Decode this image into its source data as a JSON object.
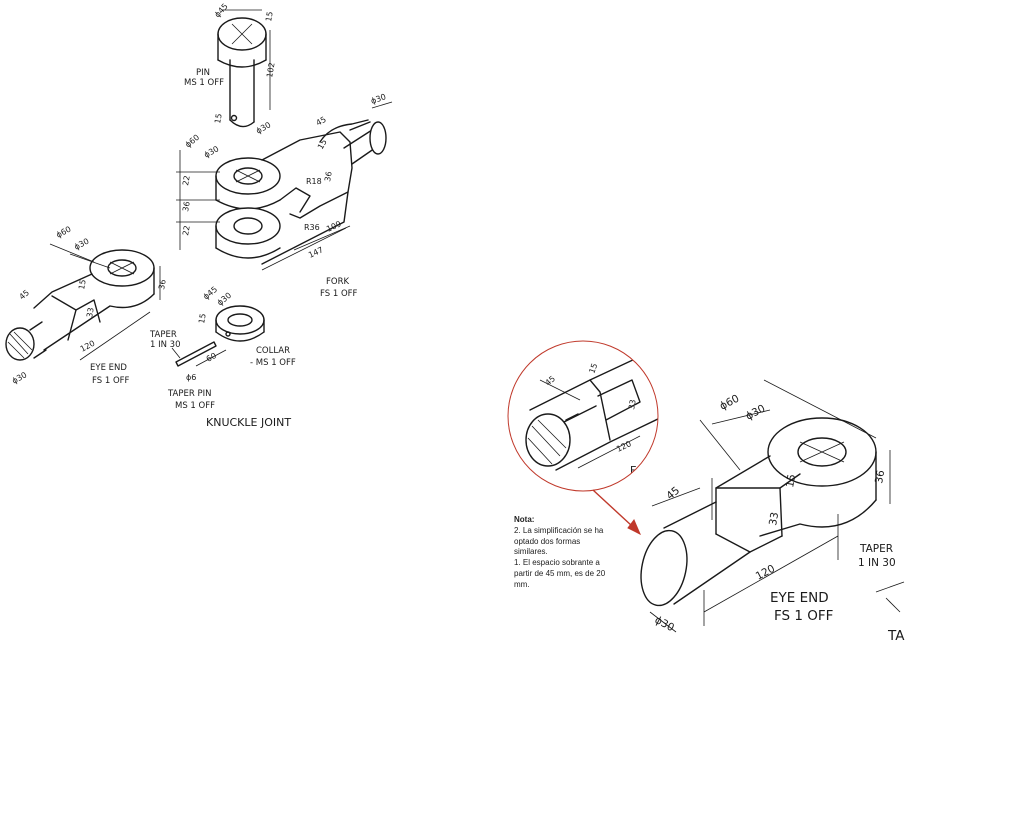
{
  "main_drawing": {
    "title": "KNUCKLE JOINT",
    "parts": {
      "pin": {
        "name": "PIN",
        "spec": "MS 1 OFF",
        "dims": [
          "ϕ45",
          "15",
          "102",
          "15",
          "ϕ30"
        ]
      },
      "fork": {
        "name": "FORK",
        "spec": "FS 1 OFF",
        "dims": [
          "ϕ30",
          "45",
          "15",
          "36",
          "ϕ60",
          "ϕ30",
          "22",
          "36",
          "22",
          "R18",
          "R36",
          "109",
          "147"
        ]
      },
      "eye_end": {
        "name": "EYE END",
        "spec": "FS 1 OFF",
        "dims": [
          "ϕ60",
          "ϕ30",
          "36",
          "45",
          "15",
          "33",
          "120",
          "ϕ30"
        ]
      },
      "collar": {
        "name": "COLLAR",
        "spec": "- MS 1 OFF",
        "dims": [
          "ϕ45",
          "ϕ30",
          "15"
        ]
      },
      "taper_pin": {
        "name": "TAPER PIN",
        "spec": "MS 1 OFF",
        "taper": "TAPER",
        "taper_ratio": "1 IN 30",
        "dims": [
          "ϕ6",
          "60"
        ]
      }
    }
  },
  "zoom": {
    "dims": {
      "d60": "ϕ60",
      "d30": "ϕ30",
      "h36": "36",
      "w45": "45",
      "w15": "15",
      "h33": "33",
      "l120": "120",
      "s30": "ϕ30"
    },
    "name": "EYE END",
    "spec": "FS 1 OFF",
    "taper": "TAPER",
    "taper_ratio": "1 IN 30",
    "tail": "TA",
    "detail_dims": [
      "45",
      "15",
      "33",
      "120"
    ],
    "detail_partial": "E"
  },
  "note": {
    "heading": "Nota:",
    "lines": [
      "2. La simplificación se ha",
      "optado dos formas",
      "similares.",
      "1. El espacio sobrante a",
      "partir de 45 mm, es de 20",
      "mm."
    ]
  },
  "colors": {
    "ink": "#1a1a1a",
    "arrow": "#c0392b",
    "callout": "#c0392b"
  }
}
